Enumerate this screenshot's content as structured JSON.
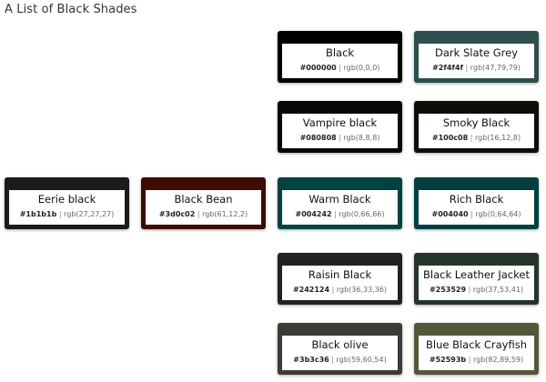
{
  "page": {
    "title": "A List of Black Shades"
  },
  "separator": "|",
  "swatches": [
    {
      "name": "Black",
      "hex": "#000000",
      "rgb": "rgb(0,0,0)",
      "color": "#000000"
    },
    {
      "name": "Dark Slate Grey",
      "hex": "#2f4f4f",
      "rgb": "rgb(47,79,79)",
      "color": "#2f4f4f"
    },
    {
      "name": "Vampire black",
      "hex": "#080808",
      "rgb": "rgb(8,8,8)",
      "color": "#080808"
    },
    {
      "name": "Smoky Black",
      "hex": "#100c08",
      "rgb": "rgb(16,12,8)",
      "color": "#100c08"
    },
    {
      "name": "Eerie black",
      "hex": "#1b1b1b",
      "rgb": "rgb(27,27,27)",
      "color": "#1b1b1b"
    },
    {
      "name": "Black Bean",
      "hex": "#3d0c02",
      "rgb": "rgb(61,12,2)",
      "color": "#3d0c02"
    },
    {
      "name": "Warm Black",
      "hex": "#004242",
      "rgb": "rgb(0,66,66)",
      "color": "#004242"
    },
    {
      "name": "Rich Black",
      "hex": "#004040",
      "rgb": "rgb(0,64,64)",
      "color": "#004040"
    },
    {
      "name": "Raisin Black",
      "hex": "#242124",
      "rgb": "rgb(36,33,36)",
      "color": "#242124"
    },
    {
      "name": "Black Leather Jacket",
      "hex": "#253529",
      "rgb": "rgb(37,53,41)",
      "color": "#253529"
    },
    {
      "name": "Black olive",
      "hex": "#3b3c36",
      "rgb": "rgb(59,60,54)",
      "color": "#3b3c36"
    },
    {
      "name": "Blue Black Crayfish",
      "hex": "#52593b",
      "rgb": "rgb(82,89,59)",
      "color": "#52593b"
    }
  ]
}
